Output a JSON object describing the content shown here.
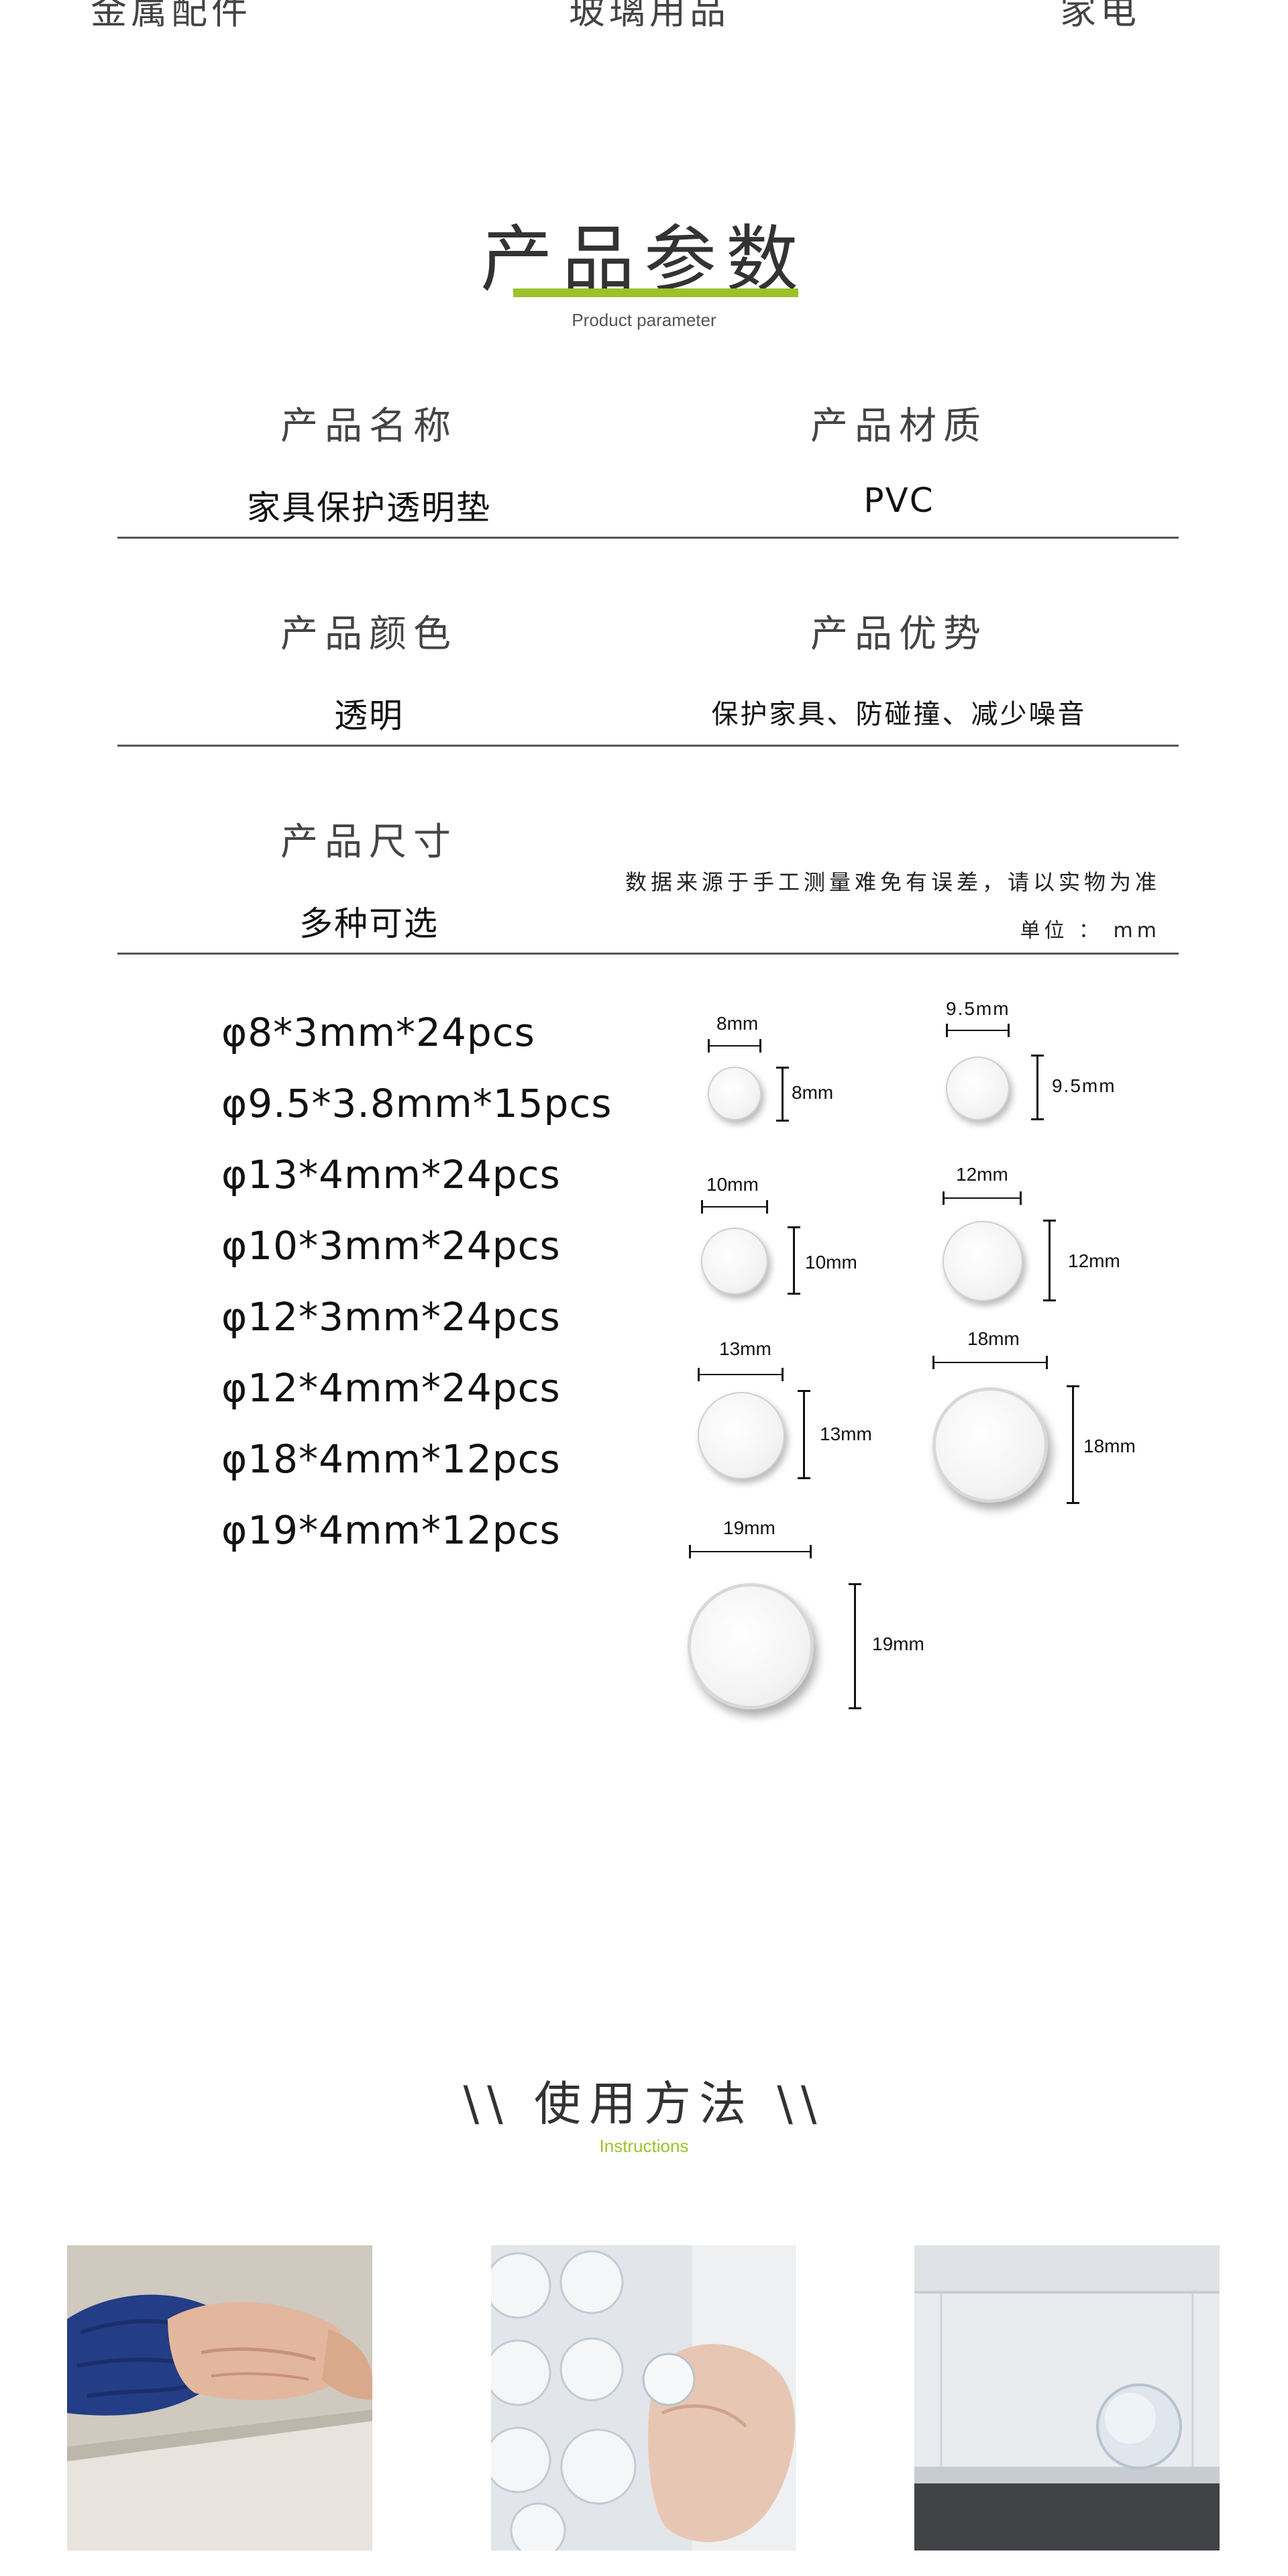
{
  "top_categories": [
    "金属配件",
    "玻璃用品",
    "家电"
  ],
  "header": {
    "title": "产品参数",
    "subtitle": "Product parameter"
  },
  "params": {
    "name_label": "产品名称",
    "name_value": "家具保护透明垫",
    "material_label": "产品材质",
    "material_value": "PVC",
    "color_label": "产品颜色",
    "color_value": "透明",
    "advantage_label": "产品优势",
    "advantage_value": "保护家具、防碰撞、减少噪音",
    "size_label": "产品尺寸",
    "size_value": "多种可选",
    "note": "数据来源于手工测量难免有误差，请以实物为准",
    "unit_label": "单位 ： mm"
  },
  "specs": [
    "φ8*3mm*24pcs",
    "φ9.5*3.8mm*15pcs",
    "φ13*4mm*24pcs",
    "φ10*3mm*24pcs",
    "φ12*3mm*24pcs",
    "φ12*4mm*24pcs",
    "φ18*4mm*12pcs",
    "φ19*4mm*12pcs"
  ],
  "dims": {
    "d8": "8mm",
    "d95": "9.5mm",
    "d10": "10mm",
    "d12": "12mm",
    "d13": "13mm",
    "d18": "18mm",
    "d19": "19mm"
  },
  "instructions": {
    "title": "\\\\ 使用方法 \\\\",
    "subtitle": "Instructions"
  },
  "colors": {
    "accent": "#9cc22a",
    "rule": "#555555",
    "text": "#222222"
  },
  "photos": [
    "cleaning-surface-photo",
    "peeling-pad-photo",
    "applied-pad-photo"
  ]
}
